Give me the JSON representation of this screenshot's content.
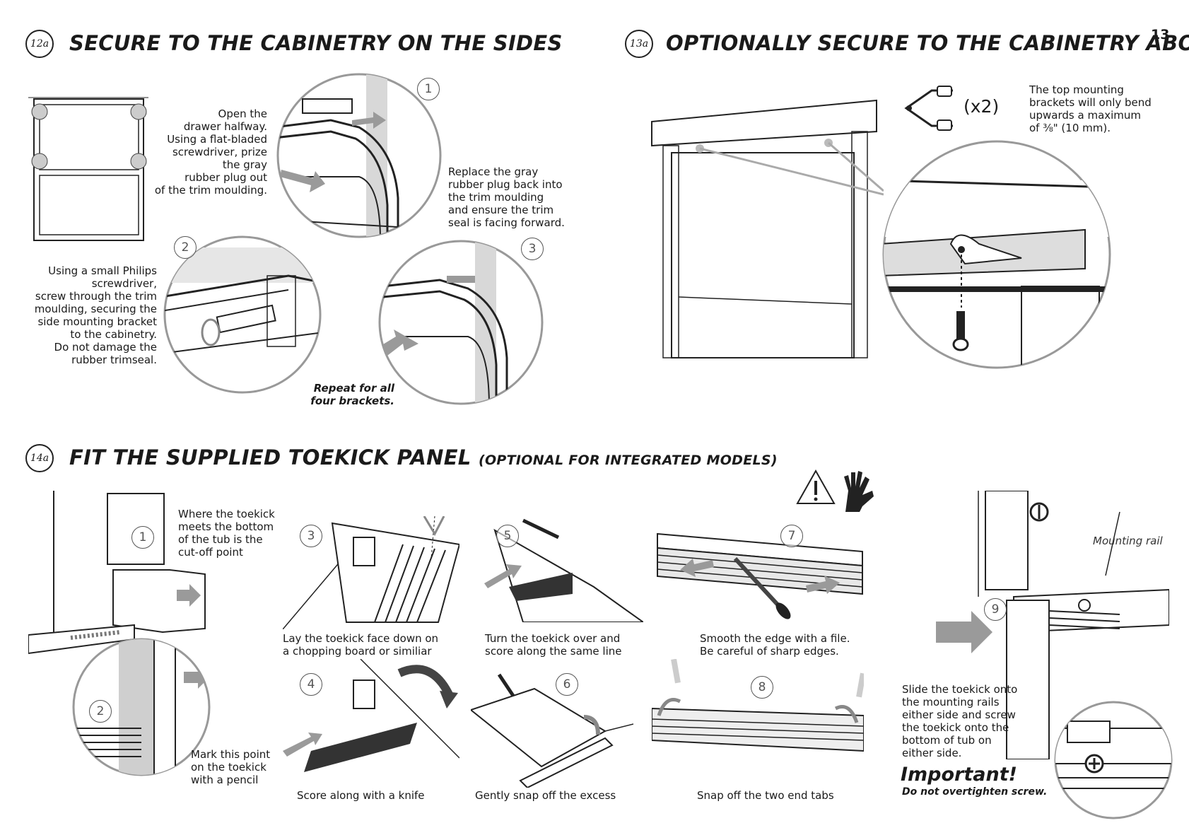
{
  "page_number": "13",
  "sections": {
    "s12a": {
      "badge": "12a",
      "title": "SECURE TO THE CABINETRY ON THE SIDES",
      "step1_text": "Open the\ndrawer halfway.\nUsing a flat-bladed\nscrewdriver, prize\nthe gray\nrubber plug out\nof the trim moulding.",
      "step2_text": "Using a small Philips\nscrewdriver,\nscrew through the trim\nmoulding, securing the\nside mounting bracket\nto the cabinetry.\nDo not damage the\nrubber trimseal.",
      "step3_text": "Replace the gray\nrubber plug back into\nthe trim moulding\nand ensure the trim\nseal is facing forward.",
      "repeat_note": "Repeat for all\nfour brackets.",
      "steps": [
        "1",
        "2",
        "3"
      ]
    },
    "s13a": {
      "badge": "13a",
      "title": "OPTIONALLY SECURE TO THE CABINETRY ABOVE",
      "quantity": "(x2)",
      "note": "The top mounting\nbrackets will only bend\nupwards a maximum\nof ⅜\" (10 mm)."
    },
    "s14a": {
      "badge": "14a",
      "title": "FIT THE SUPPLIED TOEKICK PANEL",
      "subtitle": "(OPTIONAL FOR INTEGRATED MODELS)",
      "steps": {
        "n1": "1",
        "n2": "2",
        "n3": "3",
        "n4": "4",
        "n5": "5",
        "n6": "6",
        "n7": "7",
        "n8": "8",
        "n9": "9"
      },
      "cap1": "Where the toekick\nmeets the bottom\nof the tub is the\ncut-off point",
      "cap2": "Mark this point\non the toekick\nwith a pencil",
      "cap3": "Lay the toekick face down on\na chopping board or similiar",
      "cap4": "Score along with a knife",
      "cap5": "Turn the toekick over and\nscore along the same line",
      "cap6": "Gently snap off the excess",
      "cap7": "Smooth the edge with a file.\nBe careful of sharp edges.",
      "cap8": "Snap off the two end tabs",
      "cap9": "Slide the toekick onto\nthe mounting rails\neither side and screw\nthe toekick onto the\nbottom of tub on\neither side.",
      "rail_label": "Mounting rail",
      "important_title": "Important!",
      "important_text": "Do not overtighten screw."
    }
  },
  "colors": {
    "arrow": "#9a9a9a",
    "ink": "#1a1a1a",
    "hatch": "#bdbdbd"
  }
}
